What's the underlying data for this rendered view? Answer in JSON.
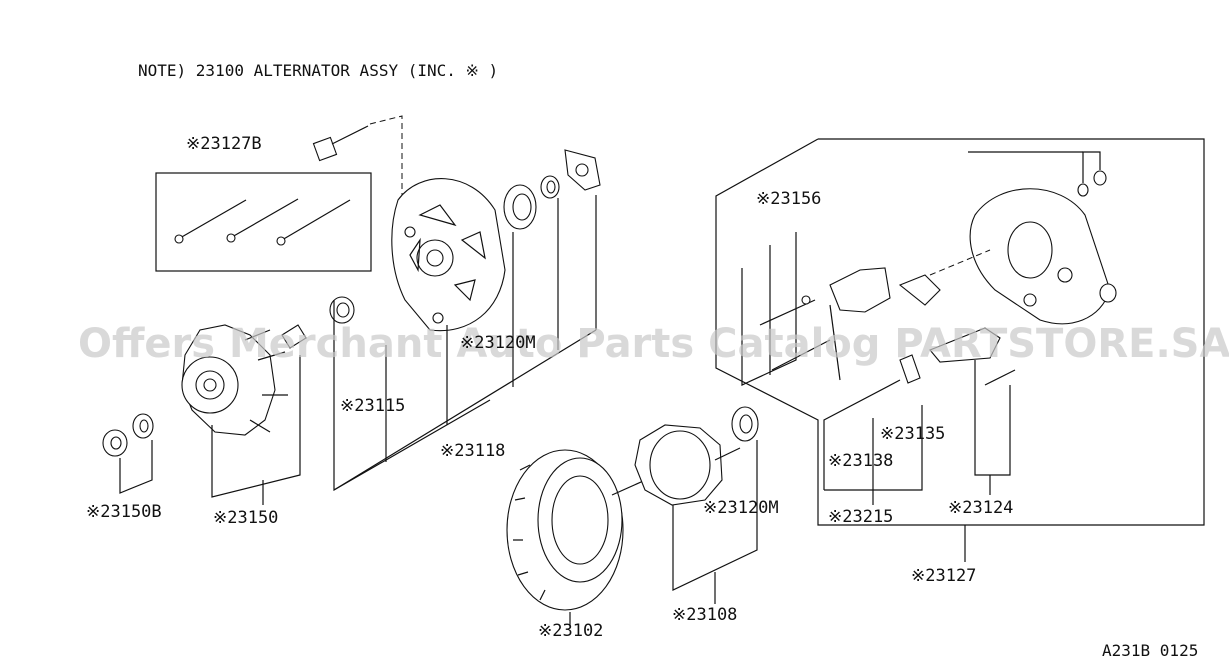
{
  "note": "NOTE) 23100  ALTERNATOR ASSY (INC. ※ )",
  "watermark": "Offers Merchant Auto Parts Catalog PARTSTORE.SA",
  "figure_code": "A231B 0125",
  "labels": {
    "p23127B": "※23127B",
    "p23156": "※23156",
    "p23120M_top": "※23120M",
    "p23115": "※23115",
    "p23118": "※23118",
    "p23135": "※23135",
    "p23138": "※23138",
    "p23120M": "※23120M",
    "p23215": "※23215",
    "p23124": "※23124",
    "p23150B": "※23150B",
    "p23150": "※23150",
    "p23127": "※23127",
    "p23108": "※23108",
    "p23102": "※23102"
  }
}
